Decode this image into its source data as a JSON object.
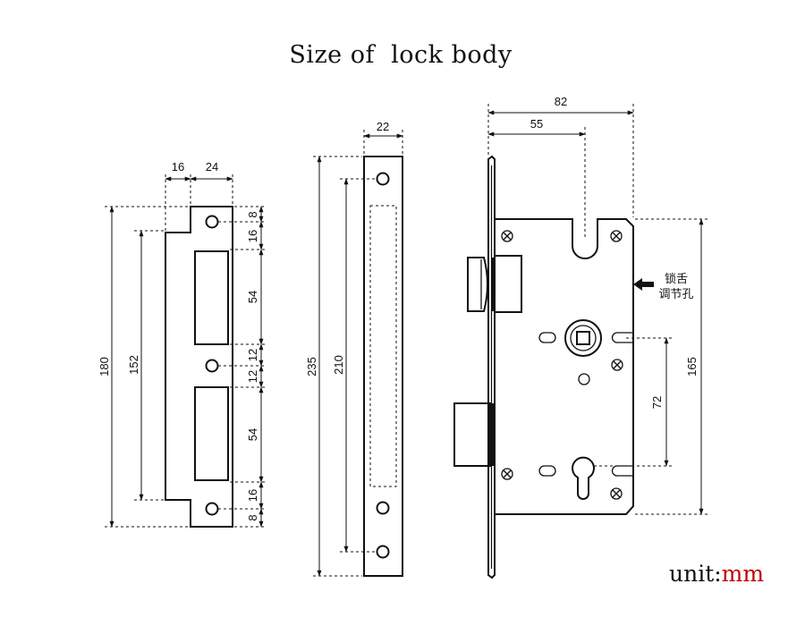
{
  "title": "Size of  lock body",
  "unit": {
    "label": "unit:",
    "value": "mm"
  },
  "annotation": {
    "line1": "锁舌",
    "line2": "调节孔"
  },
  "strike_plate": {
    "width_a": "16",
    "width_b": "24",
    "total_height": "180",
    "hole_span": "152",
    "seg_8_top": "8",
    "seg_16_top": "16",
    "seg_54_top": "54",
    "seg_12_top": "12",
    "seg_12_bottom": "12",
    "seg_54_bottom": "54",
    "seg_16_bottom": "16",
    "seg_8_bottom": "8"
  },
  "faceplate": {
    "width": "22",
    "total_height": "235",
    "hole_span": "210"
  },
  "lock_body": {
    "total_width": "82",
    "backset": "55",
    "body_height": "165",
    "center_distance": "72"
  }
}
